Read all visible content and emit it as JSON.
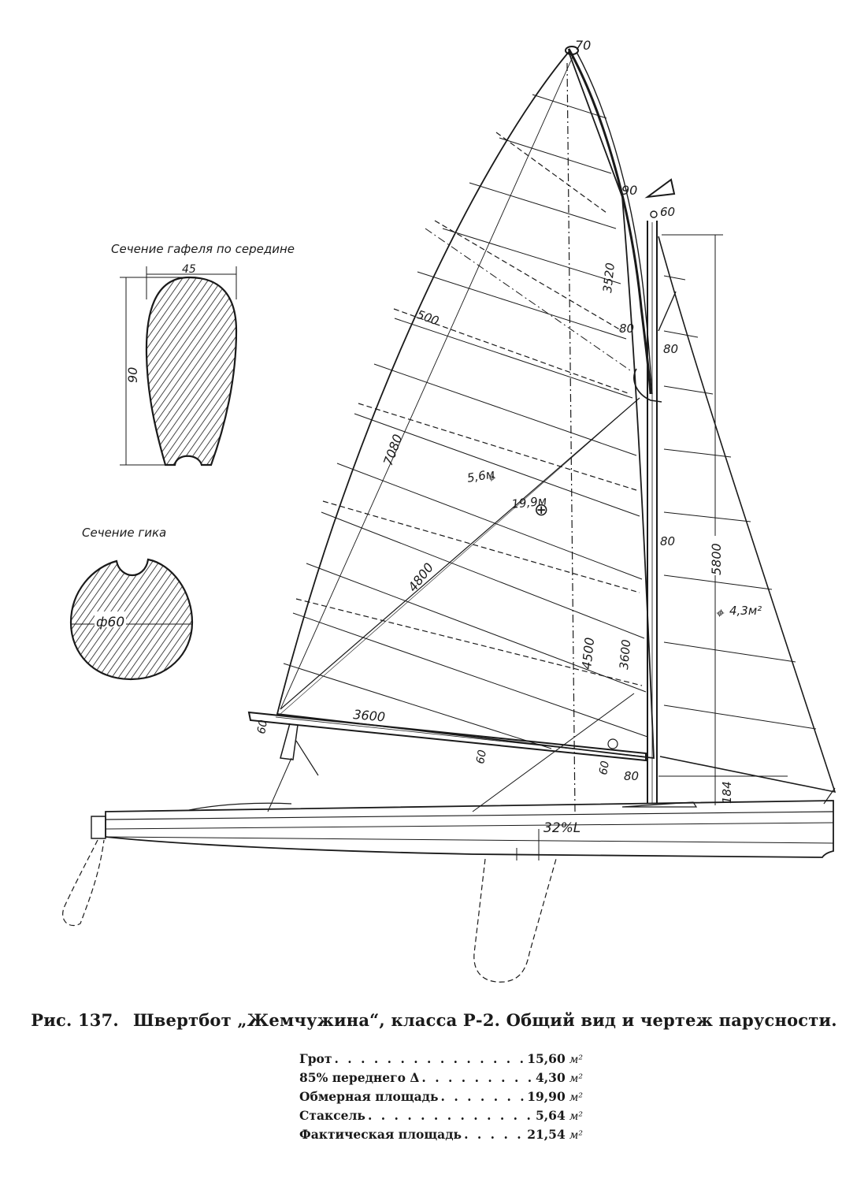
{
  "section_labels": {
    "gaff_section": "Сечение гафеля по середине",
    "boom_section": "Сечение гика"
  },
  "dimensions": {
    "mast_head": "70",
    "gaff_width": "90",
    "mast_top": "60",
    "gaff_length": "3520",
    "gaff_mid": "80",
    "mast_upper": "80",
    "mast_mid": "80",
    "batten": "500",
    "luff": "7080",
    "diagonal": "4800",
    "leech_height": "4500",
    "mast_height": "3600",
    "foot": "3600",
    "boom_end": "60",
    "boom_mid": "60",
    "boom_root": "60",
    "deck_offset": "80",
    "jib_height": "5800",
    "jib_foot": "184",
    "hull_pos": "32%L",
    "gaff_sec_w": "45",
    "gaff_sec_h": "90",
    "boom_dia": "ф60"
  },
  "area_marks": {
    "gaff_ce": "5,6м",
    "total_ce": "19,9м",
    "jib_ce": "4,3м²"
  },
  "caption": {
    "number": "Рис. 137.",
    "text": "Швертбот „Жемчужина“, класса Р-2. Общий вид и чертеж парусности."
  },
  "specs": [
    {
      "label": "Грот",
      "value": "15,60",
      "unit": "м²"
    },
    {
      "label": "85% переднего Δ",
      "value": "4,30",
      "unit": "м²"
    },
    {
      "label": "Обмерная площадь",
      "value": "19,90",
      "unit": "м²"
    },
    {
      "label": "Стаксель",
      "value": "5,64",
      "unit": "м²"
    },
    {
      "label": "Фактическая площадь",
      "value": "21,54",
      "unit": "м²"
    }
  ]
}
